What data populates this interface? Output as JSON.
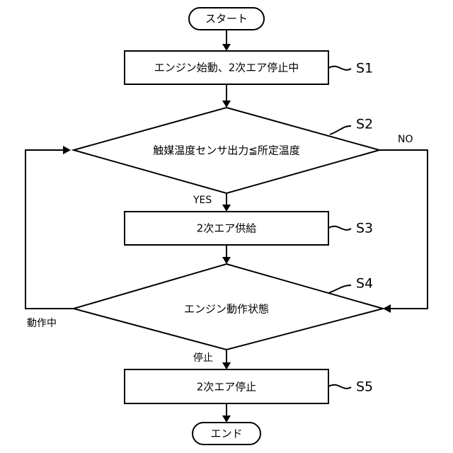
{
  "nodes": {
    "start": "スタート",
    "s1": "エンジン始動、2次エア停止中",
    "s2": "触媒温度センサ出力≦所定温度",
    "s3": "2次エア供給",
    "s4": "エンジン動作状態",
    "s5": "2次エア停止",
    "end": "エンド"
  },
  "step_labels": {
    "s1": "S1",
    "s2": "S2",
    "s3": "S3",
    "s4": "S4",
    "s5": "S5"
  },
  "branch_labels": {
    "yes": "YES",
    "no": "NO",
    "running": "動作中",
    "stopped": "停止"
  }
}
